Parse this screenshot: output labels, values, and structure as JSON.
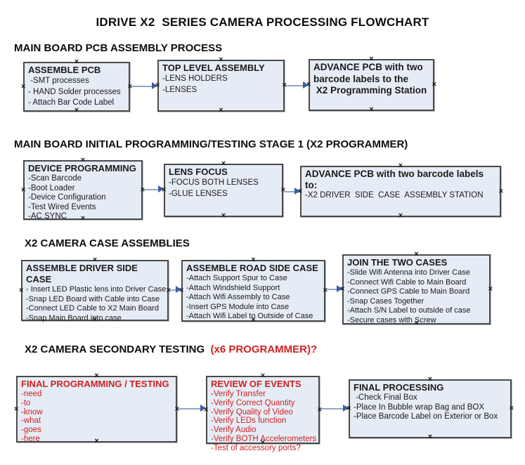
{
  "title": "IDRIVE X2  SERIES CAMERA PROCESSING FLOWCHART",
  "sections": {
    "s1": {
      "header": "MAIN BOARD PCB ASSEMBLY PROCESS"
    },
    "s2": {
      "header": "MAIN BOARD INITIAL PROGRAMMING/TESTING STAGE 1 (X2 PROGRAMMER)"
    },
    "s3": {
      "header": "X2 CAMERA CASE ASSEMBLIES"
    },
    "s4": {
      "header": "X2 CAMERA SECONDARY TESTING  ",
      "header_highlight": "(x6 PROGRAMMER)?"
    }
  },
  "boxes": {
    "assemble_pcb": {
      "title": "ASSEMBLE PCB",
      "items": [
        " -SMT processes",
        "- HAND Solder processes",
        "- Attach Bar Code Label"
      ]
    },
    "top_level_assembly": {
      "title": "TOP LEVEL ASSEMBLY",
      "items": [
        "-LENS HOLDERS",
        "-LENSES"
      ]
    },
    "advance_pcb_programming": {
      "title": "ADVANCE PCB with two\nbarcode labels to the\n X2 Programming Station",
      "items": []
    },
    "device_programming": {
      "title": "DEVICE PROGRAMMING",
      "items": [
        "-Scan Barcode",
        "-Boot Loader",
        "-Device Configuration",
        "-Test Wired Events",
        "-AC SYNC"
      ]
    },
    "lens_focus": {
      "title": "LENS FOCUS",
      "items": [
        "-FOCUS BOTH LENSES",
        "-GLUE LENSES"
      ]
    },
    "advance_pcb_case": {
      "title": "ADVANCE PCB with two barcode labels to:",
      "items": [
        "-X2 DRIVER  SIDE  CASE  ASSEMBLY STATION"
      ]
    },
    "assemble_driver_side_case": {
      "title": "ASSEMBLE DRIVER SIDE CASE",
      "items": [
        "- Insert LED Plastic lens into Driver Case",
        "-Snap LED Board with Cable into Case",
        "-Connect LED Cable to X2 Main Board",
        "-Snap Main Board into case"
      ]
    },
    "assemble_road_side_case": {
      "title": "ASSEMBLE ROAD SIDE CASE",
      "items": [
        "-Attach Support Spur to Case",
        "-Attach Windshield Support",
        "-Attach Wifi Assembly to Case",
        "-Insert GPS Module into Case",
        "-Attach Wifi Label to Outside of Case"
      ]
    },
    "join_the_two_cases": {
      "title": "JOIN THE TWO CASES",
      "items": [
        "-Slide Wifi Antenna into Driver Case",
        "-Connect Wifi Cable to Main Board",
        "-Connect GPS Cable to Main Board",
        "-Snap Cases Together",
        "-Attach S/N Label to outside of case",
        "-Secure cases with Screw"
      ]
    },
    "final_programming_testing": {
      "title": "FINAL PROGRAMMING / TESTING",
      "items": [
        "-need",
        "-to",
        "-know",
        "-what",
        "-goes",
        "-here"
      ]
    },
    "review_of_events": {
      "title": "REVIEW OF EVENTS",
      "items": [
        "-Verify Transfer",
        "-Verify Correct Quantity",
        "-Verify Quality of Video",
        "-Verify LEDs function",
        "-Verify Audio",
        "-Verify BOTH Accelerometers",
        "-Test of accessory ports?"
      ]
    },
    "final_processing": {
      "title": "FINAL PROCESSING",
      "items": [
        " -Check Final Box",
        "-Place In Bubble wrap Bag and BOX",
        "-Place Barcode Label on Exterior or Box"
      ]
    }
  },
  "anchor_glyph": "×",
  "colors": {
    "box_fill": "#e6ecf5",
    "box_border": "#4a4a4a",
    "connector_line": "#8ea6c4",
    "connector_arrow": "#3b5ea6",
    "accent_red": "#cc2222",
    "text_color": "#1a1a1a"
  }
}
